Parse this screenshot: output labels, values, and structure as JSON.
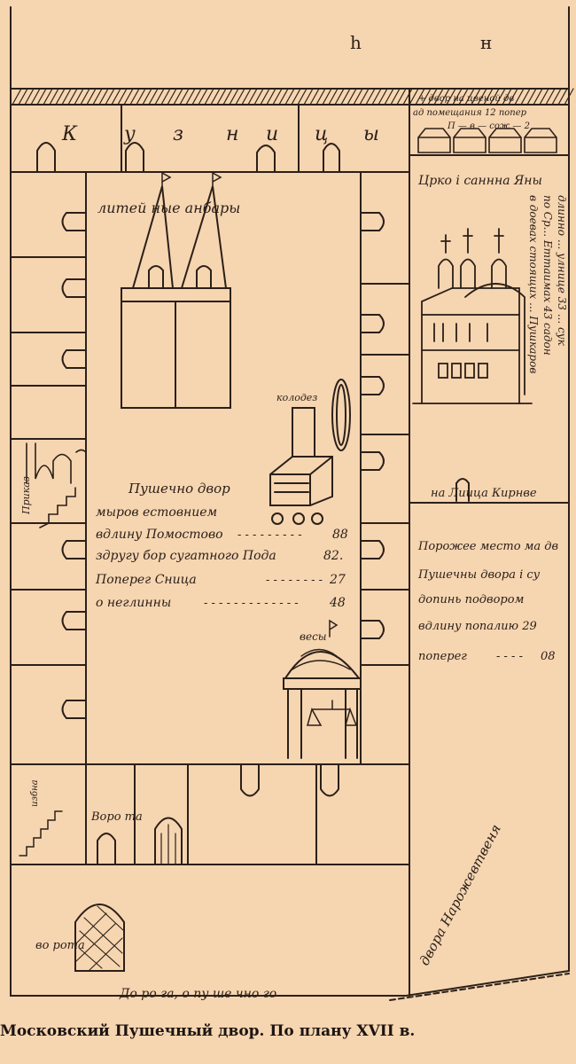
{
  "colors": {
    "paper": "#f6d5b1",
    "ink": "#2b2018"
  },
  "top_letters": [
    "һ",
    "н"
  ],
  "kuznitsy": {
    "letters": [
      "К",
      "у",
      "з",
      "н",
      "и",
      "ц",
      "ы"
    ]
  },
  "right_top_note": {
    "line1": "+ двор на цвеной дв",
    "line2": "ад помещания 12 попер",
    "line3": "П — в — сож — 2"
  },
  "liteinye_ambary": "литей ныe анбары",
  "church_title": "Црко i саннна Яны",
  "right_vertical_note": {
    "line1": "в доевах стоящих ... Пушкаров",
    "line2": "по Ср... Еттаимах 43 садон",
    "line3": "длинно ... улнице 33 ... сук"
  },
  "kolodez": "колодез",
  "pushechny_dvor": {
    "title": "Пушечно двор",
    "subtitle": "мыров естовнием",
    "rows": [
      {
        "label": "вдлину Помостово",
        "value": "88"
      },
      {
        "label": "здругу бор сугатного Пода",
        "value": "82."
      },
      {
        "label": "Поперег Сница",
        "value": "27"
      },
      {
        "label": "о неглинны",
        "value": "48"
      }
    ]
  },
  "vesy": "весы",
  "prikaz": "Приказ",
  "palatka_label": "на Лиица Кирнве",
  "empty_place": {
    "line1": "Порожее место ма дв",
    "line2": "Пушечны двора i су",
    "line3": "допинь подвором",
    "line4": "вдлину попалию 29",
    "line5": "поперег",
    "line5_value": "08"
  },
  "izbna_label": "избна",
  "vorota_mid": "Воро та",
  "vorota_bottom": "во рота",
  "dvora_label": "двора Нарожевтвеня",
  "road_label": "До ро га, о пу ше чно го",
  "caption": "Московский Пушечный двор. По плану XVII в."
}
